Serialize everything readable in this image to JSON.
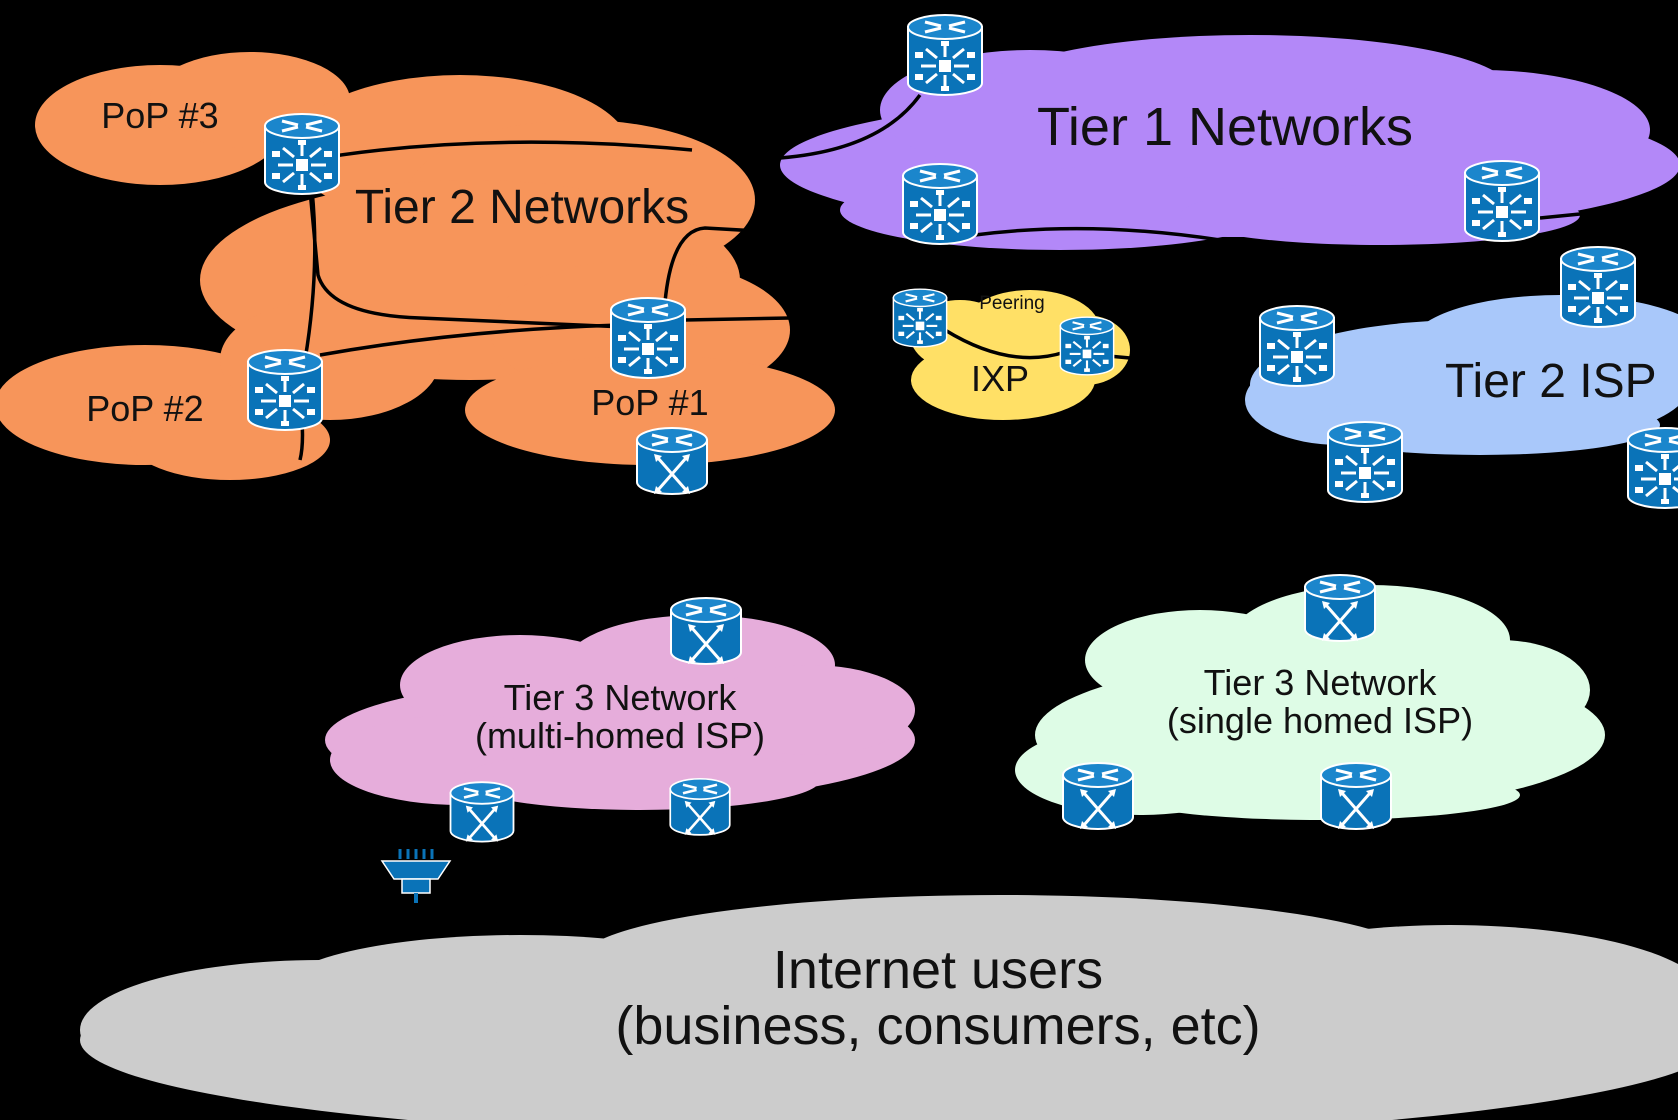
{
  "colors": {
    "background": "#000000",
    "tier2_networks": "#F7955A",
    "tier1_networks": "#B388F8",
    "ixp": "#FFE066",
    "tier2_isp": "#A9C8FA",
    "tier3_multi": "#E6ADDB",
    "tier3_single": "#DEFCE6",
    "internet_users": "#CCCCCC",
    "router_fill": "#0A73B8"
  },
  "icons": {
    "core_router": "core-router-icon",
    "router": "router-icon",
    "modem": "dsl-modem-icon"
  },
  "clouds": {
    "tier1": {
      "label": "Tier 1 Networks"
    },
    "tier2": {
      "label": "Tier 2 Networks",
      "pop1": "PoP #1",
      "pop2": "PoP #2",
      "pop3": "PoP #3"
    },
    "ixp": {
      "label": "IXP",
      "sublabel": "Peering"
    },
    "tier2_isp": {
      "label": "Tier 2 ISP"
    },
    "tier3_multi": {
      "line1": "Tier 3 Network",
      "line2": "(multi-homed ISP)"
    },
    "tier3_single": {
      "line1": "Tier 3 Network",
      "line2": "(single homed ISP)"
    },
    "users": {
      "line1": "Internet users",
      "line2": "(business, consumers, etc)"
    }
  }
}
